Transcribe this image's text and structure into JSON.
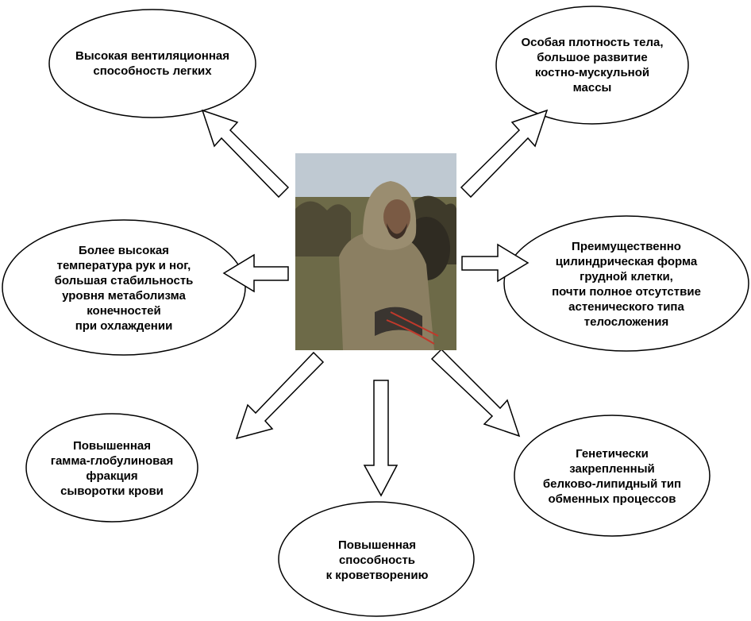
{
  "nodes": {
    "top_left": "Высокая вентиляционная\nспособность легких",
    "top_right": "Особая плотность тела,\nбольшое развитие\nкостно-мускульной\nмассы",
    "middle_left": "Более высокая\nтемпература рук и ног,\nбольшая стабильность\nуровня метаболизма\nконечностей\nпри охлаждении",
    "middle_right": "Преимущественно\nцилиндрическая форма\nгрудной клетки,\nпочти полное отсутствие\nастенического типа\nтелосложения",
    "bottom_left": "Повышенная\nгамма-глобулиновая\nфракция\nсыворотки крови",
    "bottom_center": "Повышенная\nспособность\nк кроветворению",
    "bottom_right": "Генетически\nзакрепленный\nбелково-липидный тип\nобменных процессов"
  },
  "colors": {
    "stroke": "#000000",
    "fill": "#ffffff"
  }
}
